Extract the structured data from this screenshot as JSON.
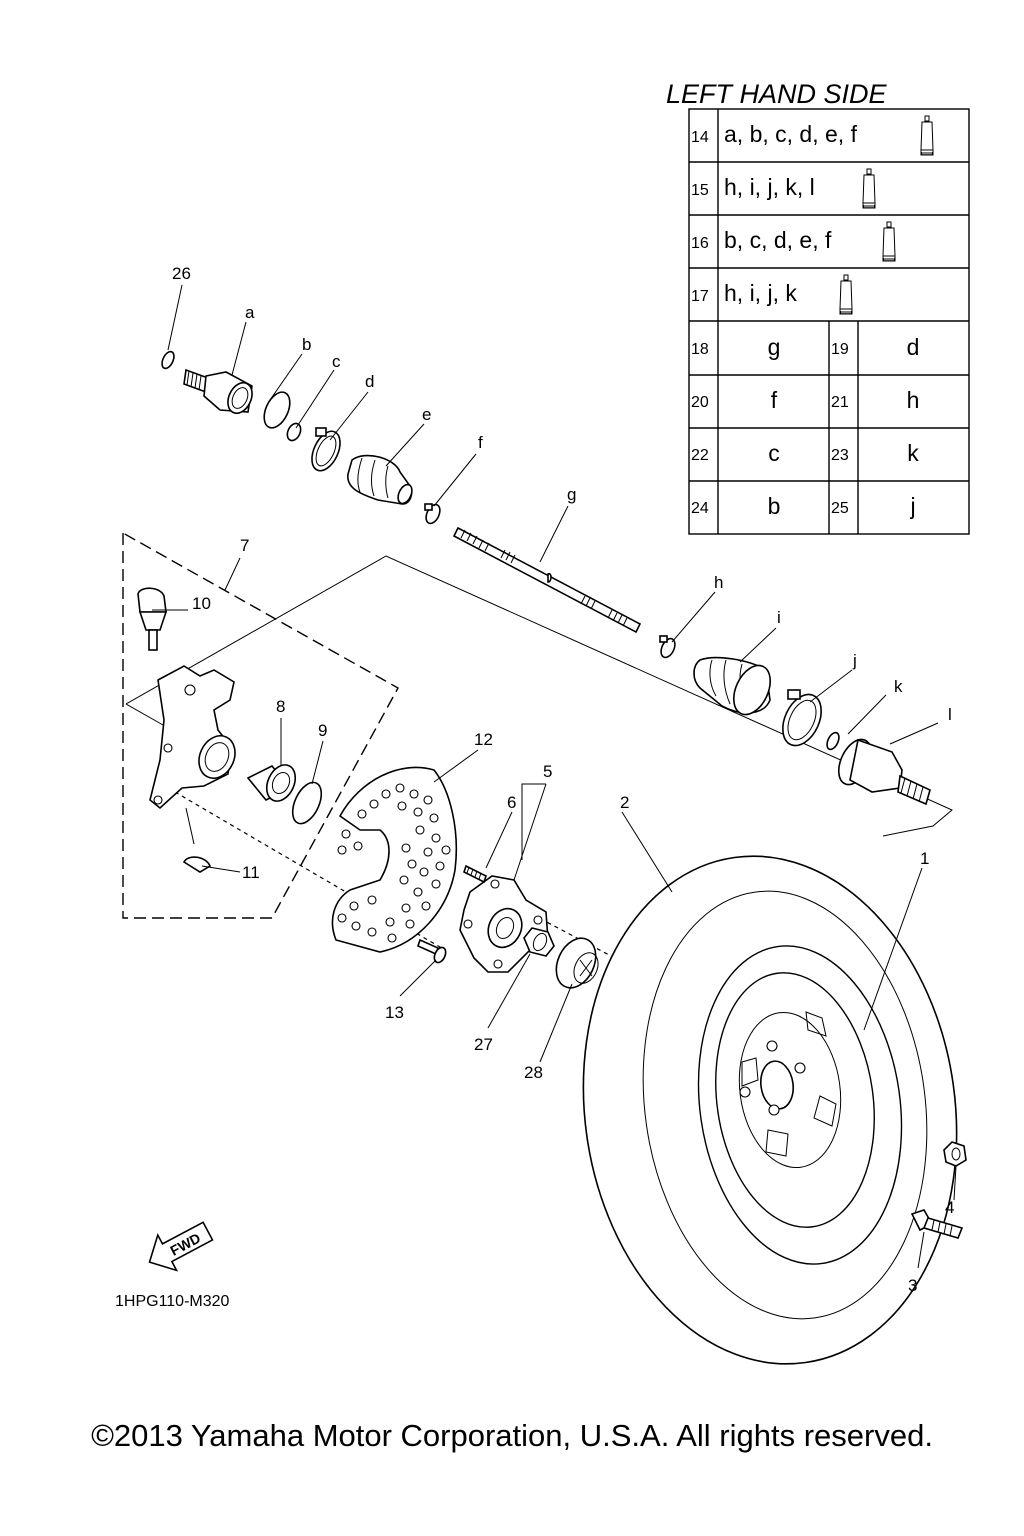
{
  "table": {
    "title": "LEFT HAND SIDE",
    "kit_rows": [
      {
        "num": "14",
        "parts": "a, b, c, d, e, f"
      },
      {
        "num": "15",
        "parts": "h, i, j, k, l"
      },
      {
        "num": "16",
        "parts": "b, c, d, e, f"
      },
      {
        "num": "17",
        "parts": "h, i, j, k"
      }
    ],
    "pair_rows": [
      {
        "num_a": "18",
        "val_a": "g",
        "num_b": "19",
        "val_b": "d"
      },
      {
        "num_a": "20",
        "val_a": "f",
        "num_b": "21",
        "val_b": "h"
      },
      {
        "num_a": "22",
        "val_a": "c",
        "num_b": "23",
        "val_b": "k"
      },
      {
        "num_a": "24",
        "val_a": "b",
        "num_b": "25",
        "val_b": "j"
      }
    ]
  },
  "callouts": {
    "n1": "1",
    "n2": "2",
    "n3": "3",
    "n4": "4",
    "n5": "5",
    "n6": "6",
    "n7": "7",
    "n8": "8",
    "n9": "9",
    "n10": "10",
    "n11": "11",
    "n12": "12",
    "n13": "13",
    "n26": "26",
    "n27": "27",
    "n28": "28",
    "a": "a",
    "b": "b",
    "c": "c",
    "d": "d",
    "e": "e",
    "f": "f",
    "g": "g",
    "h": "h",
    "i": "i",
    "j": "j",
    "k": "k",
    "l": "l"
  },
  "fwd_label": "FWD",
  "diagram_code": "1HPG110-M320",
  "copyright": "©2013 Yamaha Motor Corporation, U.S.A. All rights reserved.",
  "icons": {
    "grease": "grease-tube-icon",
    "fwd": "fwd-arrow-icon"
  }
}
